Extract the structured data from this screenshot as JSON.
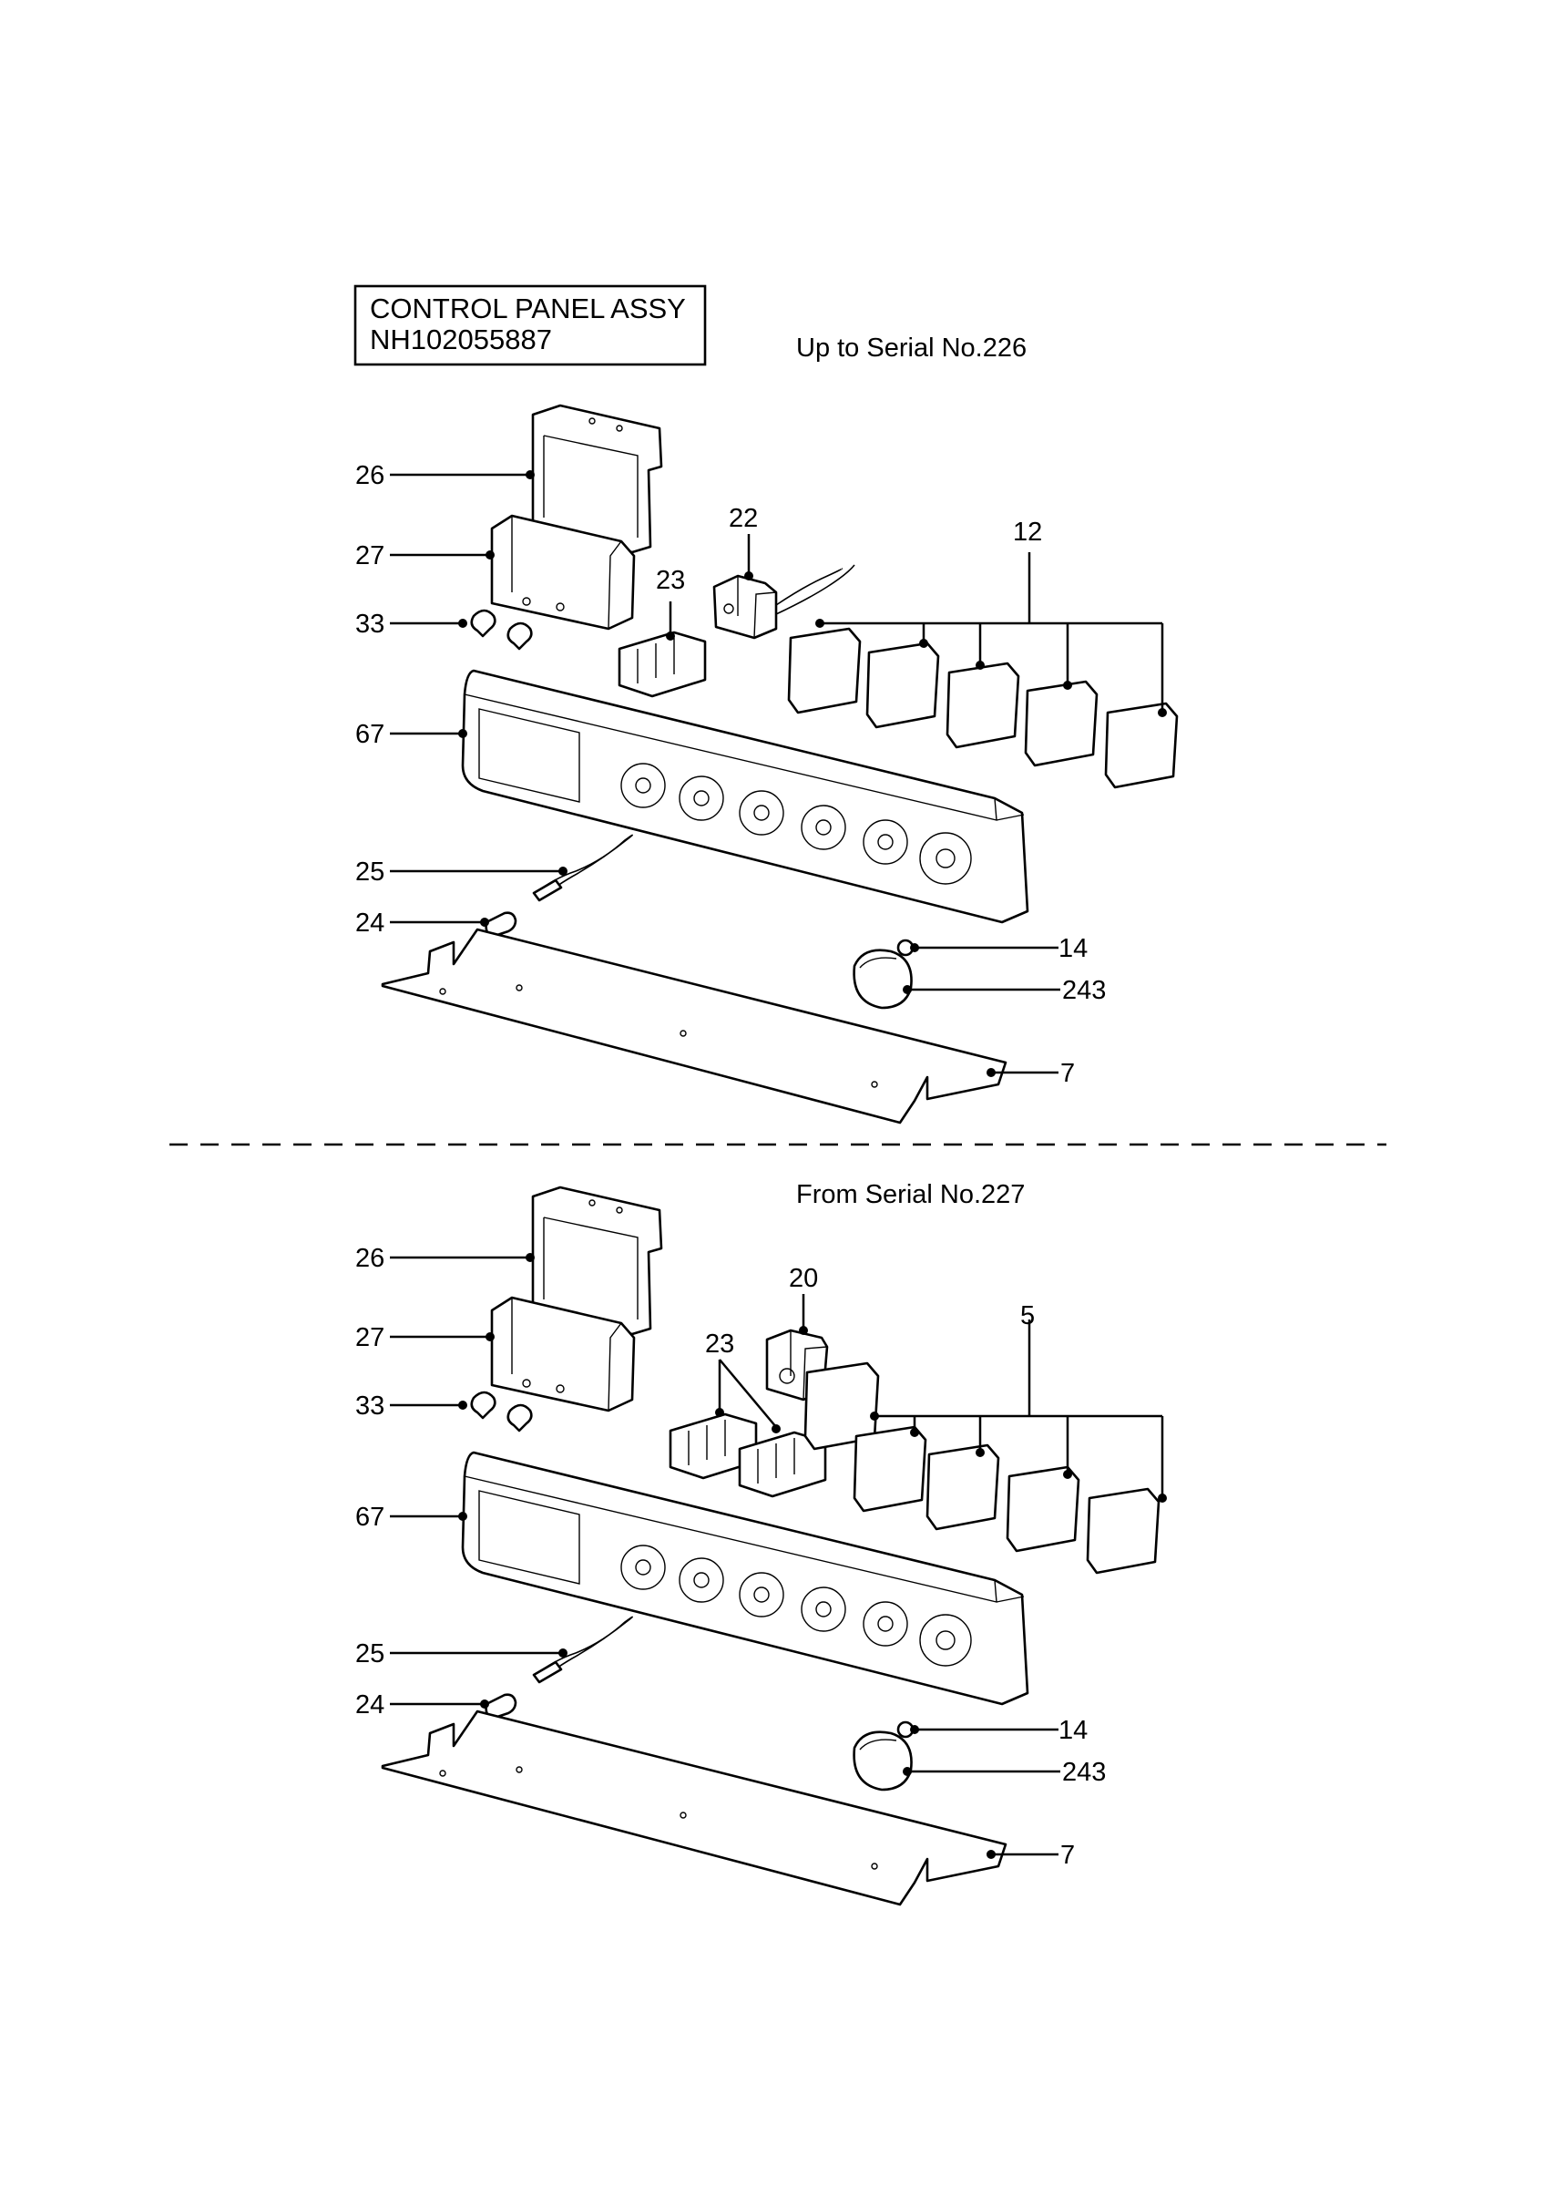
{
  "assembly": {
    "title": "CONTROL PANEL ASSY",
    "part_number": "NH102055887"
  },
  "sections": [
    {
      "heading": "Up to Serial No.226",
      "callouts": {
        "c26": "26",
        "c27": "27",
        "c33": "33",
        "c67": "67",
        "c25": "25",
        "c24": "24",
        "c14": "14",
        "c243": "243",
        "c7": "7",
        "c22": "22",
        "c23": "23",
        "c12": "12"
      }
    },
    {
      "heading": "From Serial No.227",
      "callouts": {
        "c26": "26",
        "c27": "27",
        "c33": "33",
        "c67": "67",
        "c25": "25",
        "c24": "24",
        "c14": "14",
        "c243": "243",
        "c7": "7",
        "c20": "20",
        "c23": "23",
        "c5": "5"
      }
    }
  ]
}
